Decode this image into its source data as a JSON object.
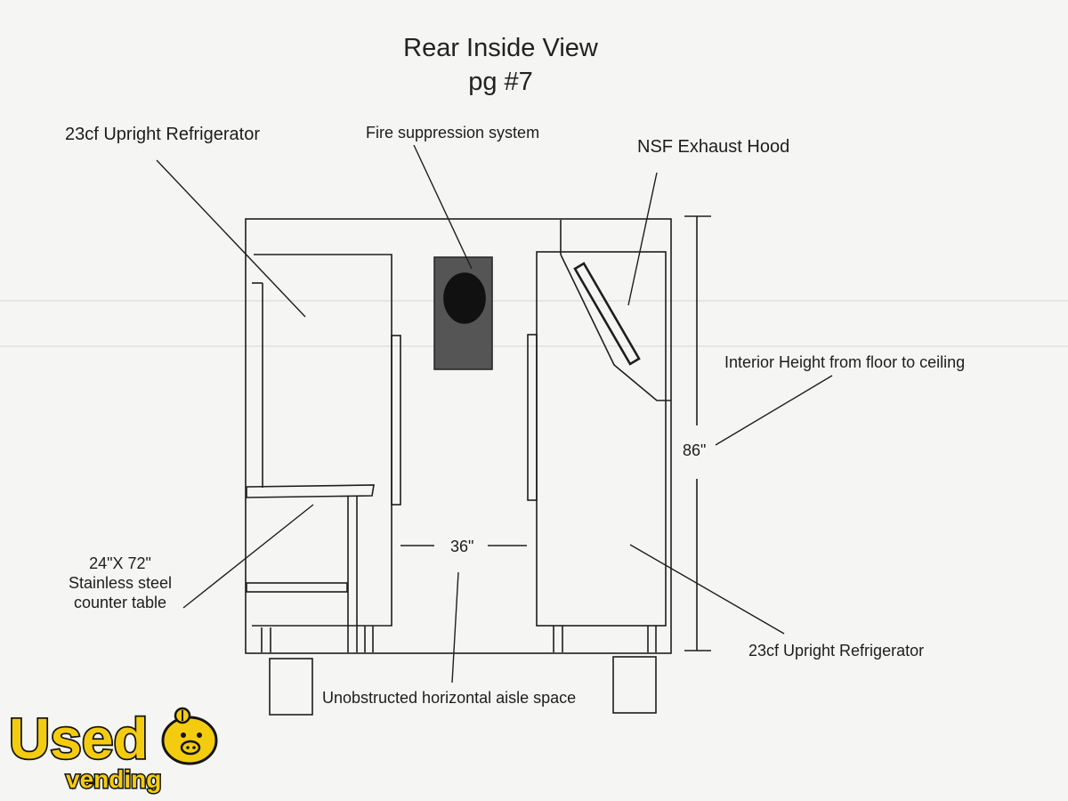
{
  "title": "Rear Inside View",
  "page": "pg #7",
  "labels": {
    "fridge_left": "23cf Upright Refrigerator",
    "fire": "Fire suppression system",
    "hood": "NSF Exhaust Hood",
    "height_label": "Interior Height from floor to ceiling",
    "height_value": "86\"",
    "aisle_width": "36\"",
    "table_size": "24\"X 72\"",
    "table_desc_1": "Stainless steel",
    "table_desc_2": "counter table",
    "fridge_right": "23cf Upright Refrigerator",
    "aisle": "Unobstructed horizontal aisle space"
  },
  "logo": {
    "word1": "Used",
    "word2": "vending"
  },
  "colors": {
    "line": "#1e1e1e",
    "logo_yellow": "#f4cc0f",
    "logo_outline": "#141414",
    "extinguisher": "#555555"
  }
}
